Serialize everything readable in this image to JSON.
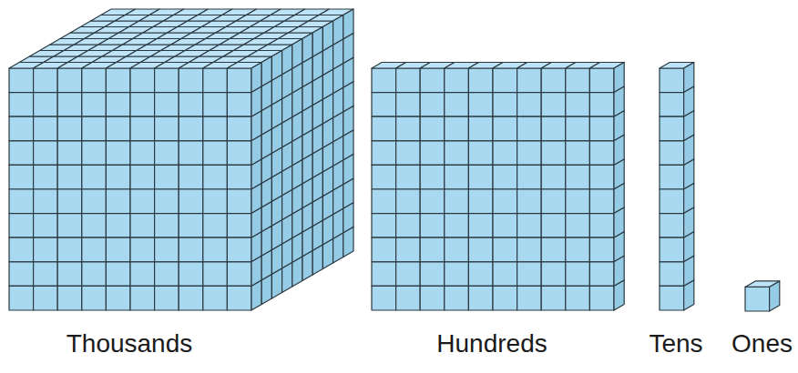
{
  "diagram": {
    "labels": [
      "Thousands",
      "Hundreds",
      "Tens",
      "Ones"
    ]
  }
}
